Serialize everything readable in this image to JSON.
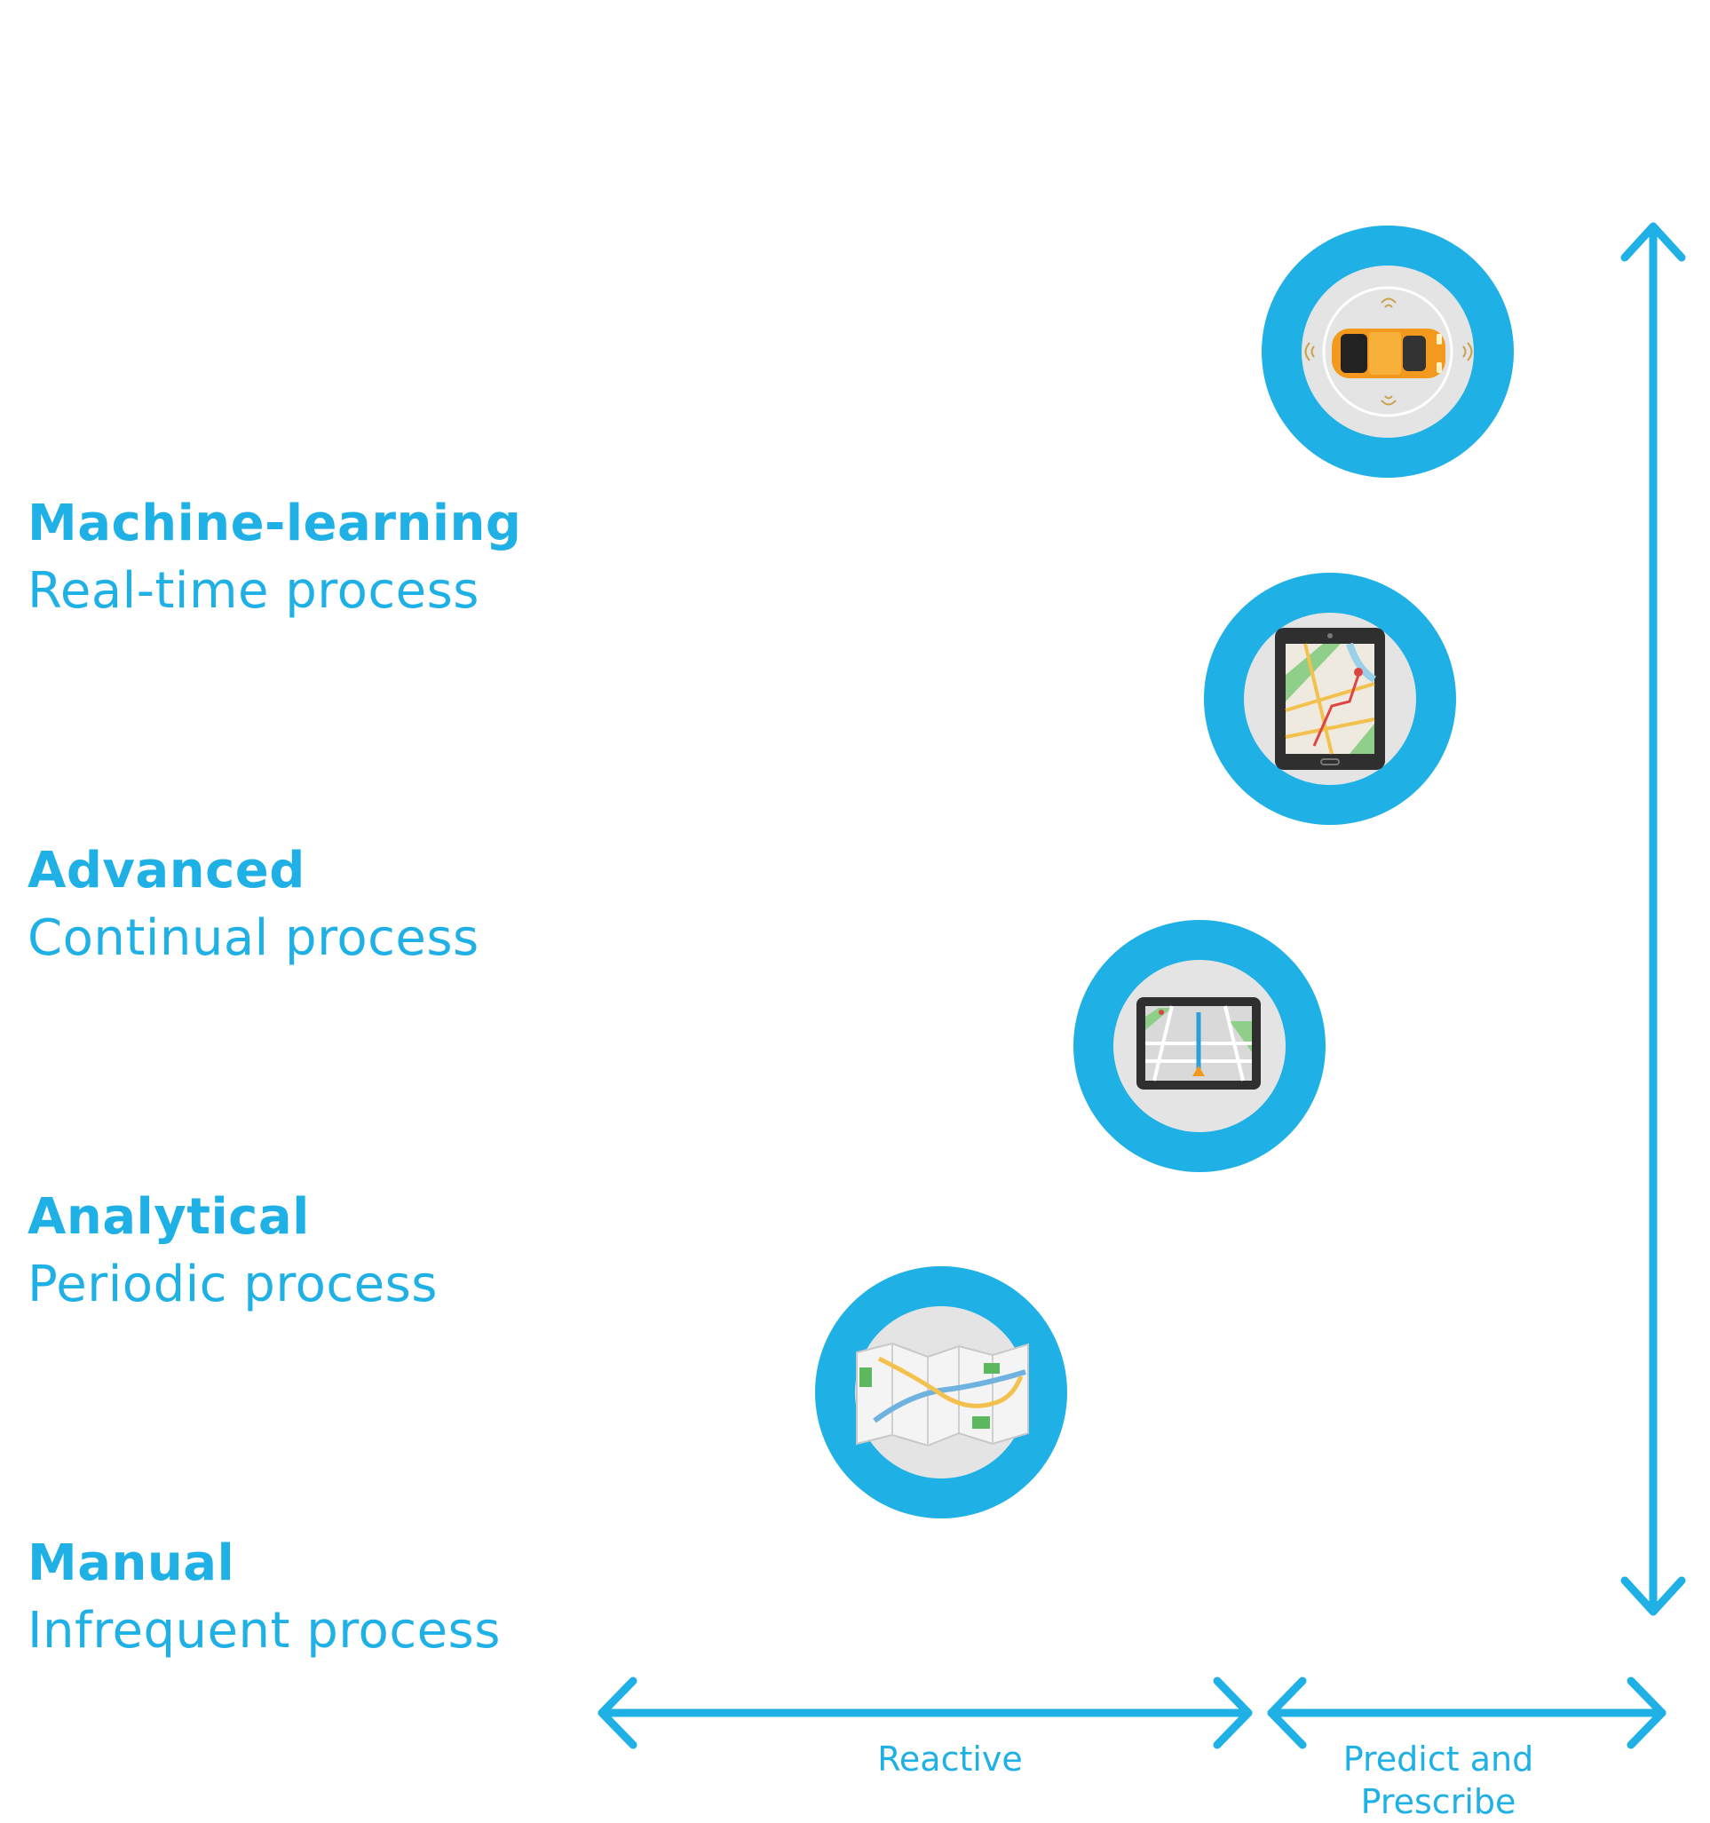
{
  "levels": [
    {
      "name": "Machine-learning",
      "description": "Real-time process",
      "icon": "autonomous-car-icon"
    },
    {
      "name": "Advanced",
      "description": "Continual process",
      "icon": "tablet-map-icon"
    },
    {
      "name": "Analytical",
      "description": "Periodic process",
      "icon": "gps-navigator-icon"
    },
    {
      "name": "Manual",
      "description": "Infrequent process",
      "icon": "paper-map-icon"
    }
  ],
  "x_axis": {
    "segments": [
      {
        "label": "Reactive"
      },
      {
        "label": "Predict and Prescribe"
      }
    ]
  },
  "colors": {
    "accent": "#1fb0e6",
    "ring": "#1fb0e6",
    "icon_disc": "#e4e4e4",
    "car": "#f39a1e"
  }
}
